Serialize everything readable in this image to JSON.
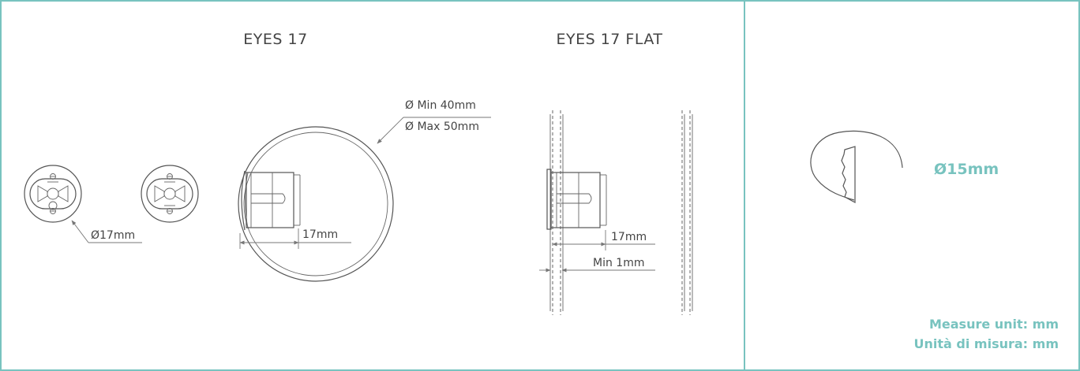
{
  "colors": {
    "border": "#78c3bf",
    "accent": "#78c3bf",
    "ink": "#444444"
  },
  "panels": {
    "left": {
      "title_eyes17": "EYES 17",
      "title_eyes17_flat": "EYES 17 FLAT",
      "dim_diameter_17": "Ø17mm",
      "dim_min_40": "Ø Min 40mm",
      "dim_max_50": "Ø Max 50mm",
      "dim_depth_17": "17mm",
      "dim_flat_depth_17": "17mm",
      "dim_min_1": "Min 1mm"
    },
    "right": {
      "hole_diameter": "Ø15mm",
      "measure_unit_en": "Measure unit: mm",
      "measure_unit_it": "Unità di misura: mm"
    }
  }
}
